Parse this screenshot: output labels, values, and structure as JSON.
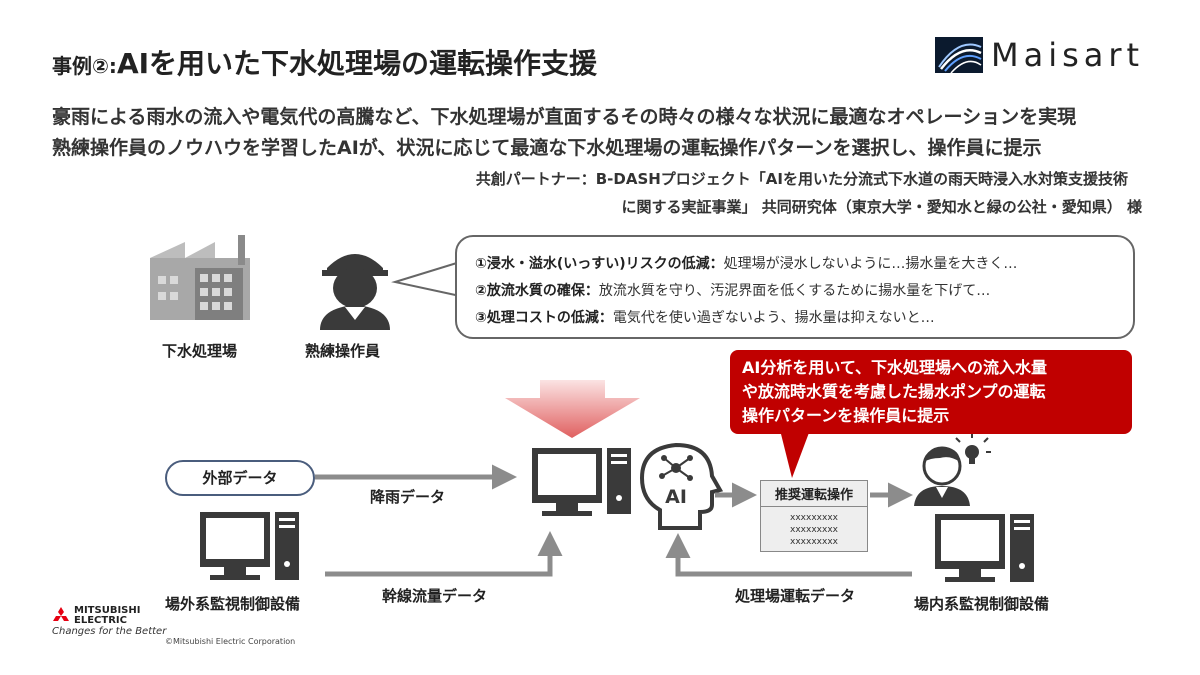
{
  "header": {
    "title_prefix": "事例②:",
    "title_main": "AIを用いた下水処理場の運転操作支援",
    "brand": "Maisart"
  },
  "intro": {
    "line1": "豪雨による雨水の流入や電気代の高騰など、下水処理場が直面するその時々の様々な状況に最適なオペレーションを実現",
    "line2": "熟練操作員のノウハウを学習したAIが、状況に応じて最適な下水処理場の運転操作パターンを選択し、操作員に提示"
  },
  "partner": {
    "line1": "共創パートナー：B-DASHプロジェクト「AIを用いた分流式下水道の雨天時浸入水対策支援技術",
    "line2": "に関する実証事業」 共同研究体（東京大学・愛知水と緑の公社・愛知県） 様"
  },
  "bubble": {
    "items": [
      {
        "bold": "①浸水・溢水(いっすい)リスクの低減：",
        "text": "処理場が浸水しないように…揚水量を大きく…"
      },
      {
        "bold": "②放流水質の確保：",
        "text": "放流水質を守り、汚泥界面を低くするために揚水量を下げて…"
      },
      {
        "bold": "③処理コストの低減：",
        "text": "電気代を使い過ぎないよう、揚水量は抑えないと…"
      }
    ]
  },
  "labels": {
    "plant": "下水処理場",
    "expert": "熟練操作員",
    "external_data": "外部データ",
    "rain_data": "降雨データ",
    "trunk_flow": "幹線流量データ",
    "plant_operation": "処理場運転データ",
    "offsite_system": "場外系監視制御設備",
    "onsite_system": "場内系監視制御設備",
    "ai_text": "AI"
  },
  "callout": {
    "line1": "AI分析を用いて、下水処理場への流入水量",
    "line2": "や放流時水質を考慮した揚水ポンプの運転",
    "line3": "操作パターンを操作員に提示"
  },
  "recommend": {
    "title": "推奨運転操作",
    "rows": [
      "xxxxxxxxx",
      "xxxxxxxxx",
      "xxxxxxxxx"
    ]
  },
  "footer": {
    "company_line1": "MITSUBISHI",
    "company_line2": "ELECTRIC",
    "slogan": "Changes for the Better",
    "copyright": "©Mitsubishi Electric Corporation"
  },
  "colors": {
    "callout_red": "#c00000",
    "arrow_gray": "#8c8c8c",
    "big_arrow_pink": "#e06666",
    "icon_dark": "#333333"
  }
}
